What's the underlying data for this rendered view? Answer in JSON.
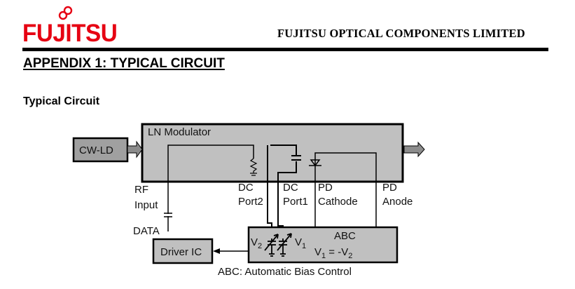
{
  "header": {
    "logo_text": "FUJITSU",
    "company": "FUJITSU OPTICAL COMPONENTS LIMITED"
  },
  "document": {
    "appendix_title": "APPENDIX 1: TYPICAL CIRCUIT",
    "section_title": "Typical Circuit"
  },
  "diagram": {
    "blocks": {
      "cw_ld": "CW-LD",
      "ln_modulator": "LN Modulator",
      "driver_ic": "Driver IC",
      "abc": "ABC"
    },
    "labels": {
      "rf": "RF",
      "input": "Input",
      "data": "DATA",
      "dc2_a": "DC",
      "dc2_b": "Port2",
      "dc1_a": "DC",
      "dc1_b": "Port1",
      "pdc_a": "PD",
      "pdc_b": "Cathode",
      "pda_a": "PD",
      "pda_b": "Anode",
      "v2": "V",
      "v2_sub": "2",
      "v1": "V",
      "v1_sub": "1",
      "eq_v1": "V",
      "eq_v1_sub": "1",
      "eq_mid": " = -V",
      "eq_v2_sub": "2",
      "caption": "ABC: Automatic Bias Control"
    },
    "colors": {
      "modulator_fill": "#c0c0c0",
      "cwld_fill": "#a0a0a0",
      "block_fill": "#c0c0c0",
      "arrow_fill": "#8c8c8c",
      "logo_red": "#e60012"
    }
  }
}
